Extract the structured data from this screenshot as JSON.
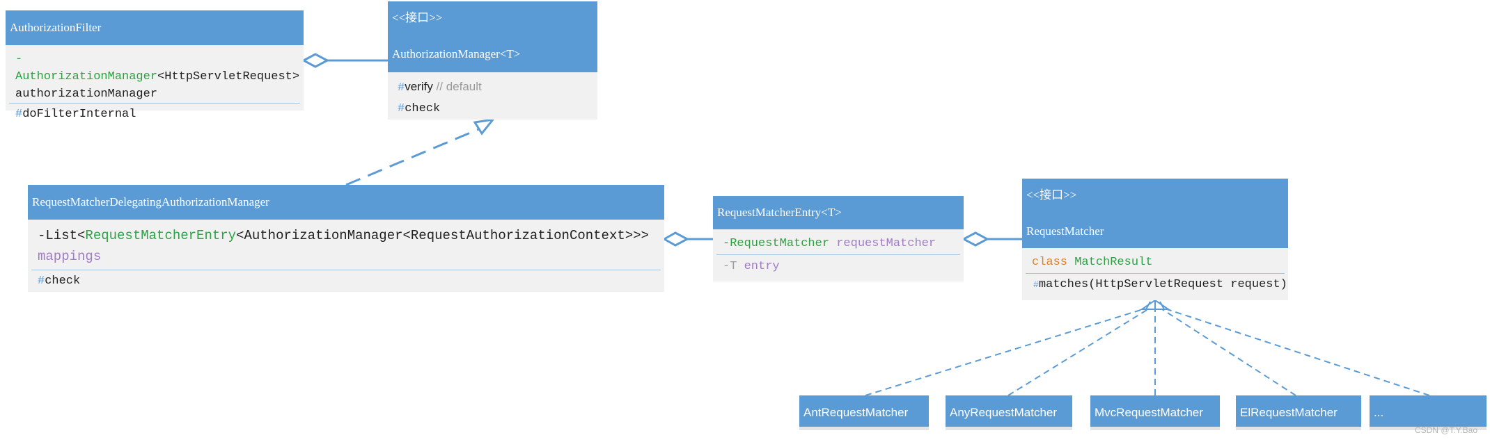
{
  "watermark": "CSDN @T.Y.Bao",
  "colors": {
    "header_blue": "#5b9bd5",
    "body_gray": "#f1f1f1",
    "green_type": "#2ea043",
    "purple_field": "#a07cc5",
    "orange_keyword": "#d9822b"
  },
  "authorization_filter": {
    "title": "AuthorizationFilter",
    "field_prefix": "-",
    "field_type": "AuthorizationManager",
    "field_generic": "<HttpServletRequest>",
    "field_name": "authorizationManager",
    "method_prefix": "#",
    "method": "doFilterInternal"
  },
  "authorization_manager": {
    "stereotype": "<<接口>>",
    "title": "AuthorizationManager<T>",
    "method1_prefix": "#",
    "method1": "verify",
    "method1_comment": " // default",
    "method2_prefix": "#",
    "method2": "check"
  },
  "delegating_manager": {
    "title": "RequestMatcherDelegatingAuthorizationManager",
    "field_prefix": "-List<",
    "field_type": "RequestMatcherEntry",
    "field_generic": "<AuthorizationManager<RequestAuthorizationContext>>>",
    "field_name": "mappings",
    "method_prefix": "#",
    "method": "check"
  },
  "matcher_entry": {
    "title": "RequestMatcherEntry<T>",
    "field1_prefix": "-",
    "field1_type": "RequestMatcher",
    "field1_name": " requestMatcher",
    "field2_prefix": "-T",
    "field2_name": " entry"
  },
  "request_matcher": {
    "stereotype": "<<接口>>",
    "title": "RequestMatcher",
    "inner_keyword": "class ",
    "inner_class": "MatchResult",
    "method_prefix": "#",
    "method": "matches(HttpServletRequest request)"
  },
  "implementations": [
    "AntRequestMatcher",
    "AnyRequestMatcher",
    "MvcRequestMatcher",
    "ElRequestMatcher",
    "..."
  ]
}
